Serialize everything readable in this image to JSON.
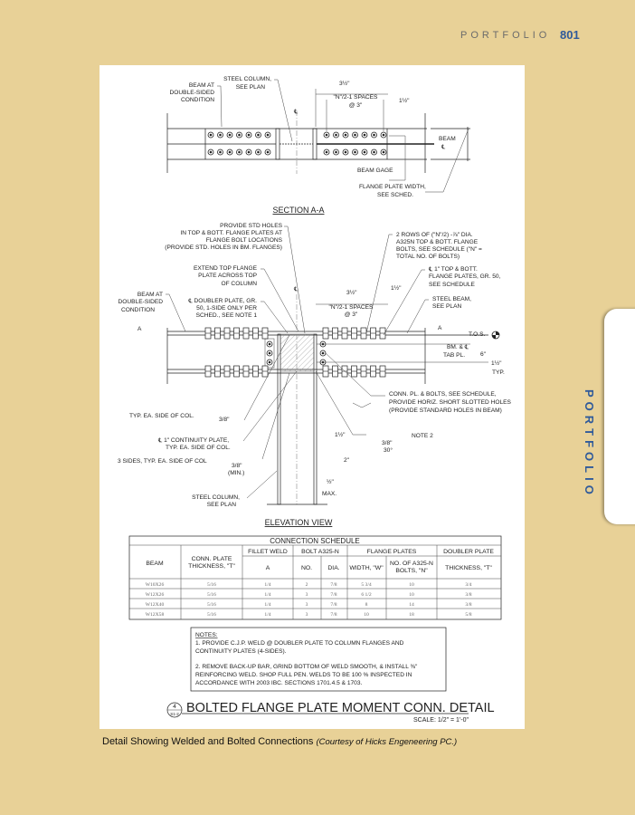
{
  "header": {
    "section": "PORTFOLIO",
    "page_number": "801"
  },
  "side_tab": {
    "label": "PORTFOLIO"
  },
  "section_aa": {
    "beam_label": [
      "BEAM AT",
      "DOUBLE-SIDED",
      "CONDITION"
    ],
    "column_label": [
      "STEEL COLUMN,",
      "SEE PLAN"
    ],
    "centerline": "℄",
    "dim_3half": "3½\"",
    "spaces": [
      "\"N\"/2-1 SPACES",
      "@ 3\""
    ],
    "dim_1half": "1½\"",
    "beam_cl": [
      "BEAM",
      "℄"
    ],
    "beam_gage": "BEAM GAGE",
    "flange_width": [
      "FLANGE PLATE WIDTH,",
      "SEE SCHED."
    ],
    "title": "SECTION A-A"
  },
  "elevation": {
    "std_holes": [
      "PROVIDE STD HOLES",
      "IN TOP & BOTT. FLANGE PLATES AT",
      "FLANGE BOLT LOCATIONS",
      "(PROVIDE STD. HOLES IN BM. FLANGES)"
    ],
    "rows_bolts": [
      "2 ROWS OF (\"N\"/2) -⅞\" DIA.",
      "A325N TOP & BOTT. FLANGE",
      "BOLTS, SEE SCHEDULE (\"N\" =",
      "TOTAL NO. OF BOLTS)"
    ],
    "extend_top": [
      "EXTEND TOP FLANGE",
      "PLATE ACROSS TOP",
      "OF COLUMN"
    ],
    "flange_plates": [
      "℄ 1\" TOP & BOTT.",
      "FLANGE PLATES, GR. 50,",
      "SEE SCHEDULE"
    ],
    "beam_label": [
      "BEAM AT",
      "DOUBLE-SIDED",
      "CONDITION"
    ],
    "doubler": [
      "℄ DOUBLER PLATE, GR.",
      "50, 1-SIDE ONLY PER",
      "SCHED., SEE NOTE 1"
    ],
    "steel_beam": [
      "STEEL BEAM,",
      "SEE PLAN"
    ],
    "centerline": "℄",
    "dim_3half": "3½\"",
    "dim_1half": "1½\"",
    "spaces": [
      "\"N\"/2-1 SPACES",
      "@ 3\""
    ],
    "section_mark": "A",
    "tos": "T.O.S.",
    "bm_tab": [
      "BM. &  ℄",
      "TAB PL."
    ],
    "dim_6": "6\"",
    "dim_1half_typ": [
      "1½\"",
      "TYP."
    ],
    "conn_pl": [
      "CONN. PL. & BOLTS, SEE SCHEDULE,",
      "PROVIDE HORIZ. SHORT SLOTTED HOLES",
      "(PROVIDE STANDARD HOLES IN BEAM)"
    ],
    "typ_side": "TYP. EA. SIDE OF COL.",
    "weld_38": "3/8\"",
    "continuity": [
      "℄ 1\" CONTINUITY PLATE,",
      "TYP. EA. SIDE OF COL."
    ],
    "dim_1half_b": "1½\"",
    "note2": "NOTE 2",
    "weld_note2": [
      "3/8\"",
      "30°"
    ],
    "three_sides": "3 SIDES, TYP. EA. SIDE OF COL",
    "weld_min": [
      "3/8\"",
      "(MIN.)"
    ],
    "dim_2": "2\"",
    "dim_half_max": [
      "½\"",
      "MAX."
    ],
    "column_label": [
      "STEEL COLUMN,",
      "SEE PLAN"
    ],
    "title": "ELEVATION VIEW"
  },
  "schedule": {
    "title": "CONNECTION SCHEDULE",
    "groups": [
      "FILLET WELD",
      "BOLT A325-N",
      "FLANGE PLATES",
      "DOUBLER PLATE"
    ],
    "headers": [
      "BEAM",
      "CONN. PLATE",
      "THICKNESS, \"T\"",
      "A",
      "NO.",
      "DIA.",
      "WIDTH, \"W\"",
      "NO. OF A325-N",
      "BOLTS, \"N\"",
      "THICKNESS, \"T\""
    ],
    "rows": [
      [
        "W10X26",
        "5/16",
        "1/4",
        "2",
        "7/8",
        "5 3/4",
        "10",
        "3/4"
      ],
      [
        "W12X26",
        "5/16",
        "1/4",
        "3",
        "7/8",
        "6 1/2",
        "10",
        "3/8"
      ],
      [
        "W12X40",
        "5/16",
        "1/4",
        "3",
        "7/8",
        "8",
        "14",
        "3/8"
      ],
      [
        "W12X58",
        "5/16",
        "1/4",
        "3",
        "7/8",
        "10",
        "18",
        "5/8"
      ]
    ]
  },
  "notes": {
    "heading": "NOTES:",
    "lines": [
      "1.  PROVIDE C.J.P. WELD @ DOUBLER PLATE TO COLUMN FLANGES AND",
      "CONTINUITY PLATES (4-SIDES).",
      "2.  REMOVE BACK-UP BAR, GRIND BOTTOM OF WELD SMOOTH, & INSTALL ⅜\"",
      "REINFORCING WELD. SHOP FULL PEN. WELDS TO BE 100 % INSPECTED IN",
      "ACCORDANCE WITH 2003 IBC. SECTIONS 1701.4.5 & 1703."
    ]
  },
  "detail": {
    "number": "4",
    "sheet": "S1-2",
    "title": "BOLTED FLANGE PLATE MOMENT CONN. DETAIL",
    "scale": "SCALE: 1/2\" = 1'-0\""
  },
  "caption": {
    "text": "Detail Showing Welded and Bolted Connections",
    "credit": "(Courtesy of Hicks Engeneering PC.)"
  }
}
